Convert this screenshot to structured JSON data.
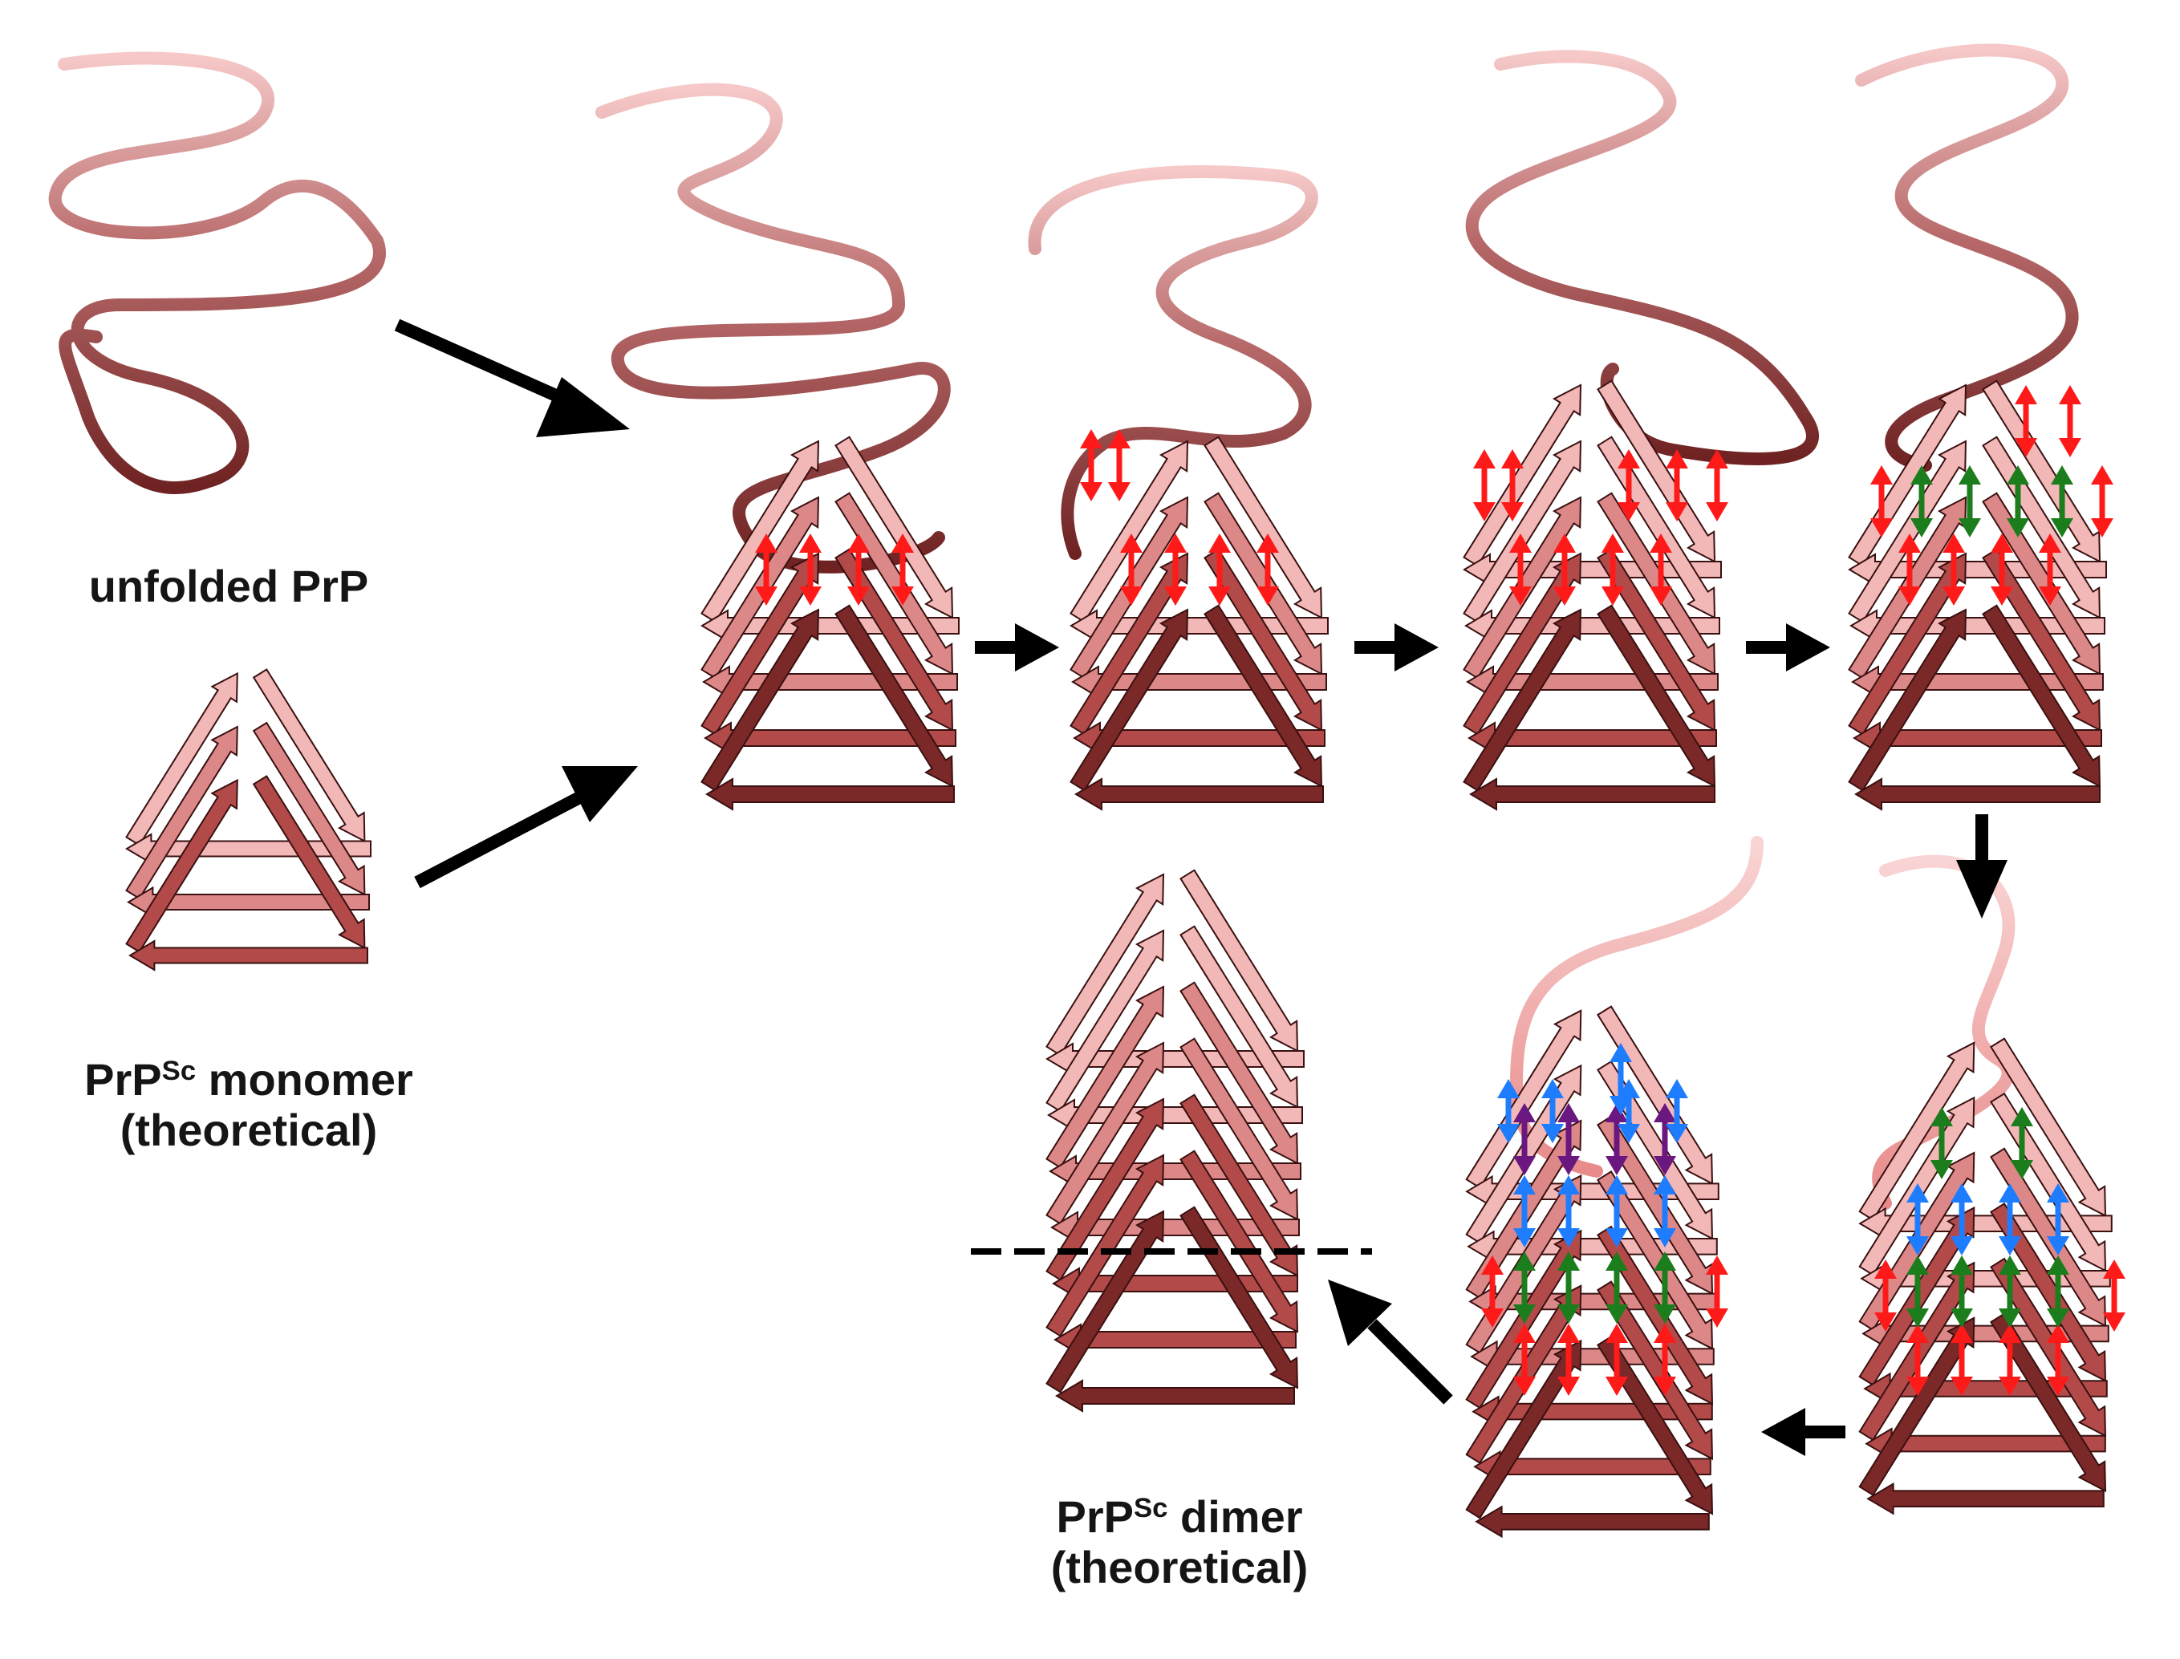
{
  "labels": {
    "unfolded": "unfolded PrP",
    "monomer_name": "PrP",
    "monomer_sup": "Sc",
    "monomer_word": " monomer",
    "monomer_note": "(theoretical)",
    "dimer_name": "PrP",
    "dimer_sup": "Sc",
    "dimer_word": " dimer",
    "dimer_note": "(theoretical)"
  },
  "colors": {
    "strand_light": "#f2b8b8",
    "strand_medium": "#dd8888",
    "strand_dark": "#b24a4a",
    "strand_darkest": "#7a2828",
    "coil_dark": "#7a2a2a",
    "coil_light": "#f6c6c6",
    "hbond_red": "#ff1a1a",
    "hbond_green": "#1b7d1b",
    "hbond_blue": "#1e7dff",
    "hbond_purple": "#6a1780",
    "process_arrow": "#000000"
  },
  "icons": {
    "beta_strand": "block-arrow",
    "hydrogen_bond": "double-headed-arrow",
    "step": "black-arrow"
  }
}
